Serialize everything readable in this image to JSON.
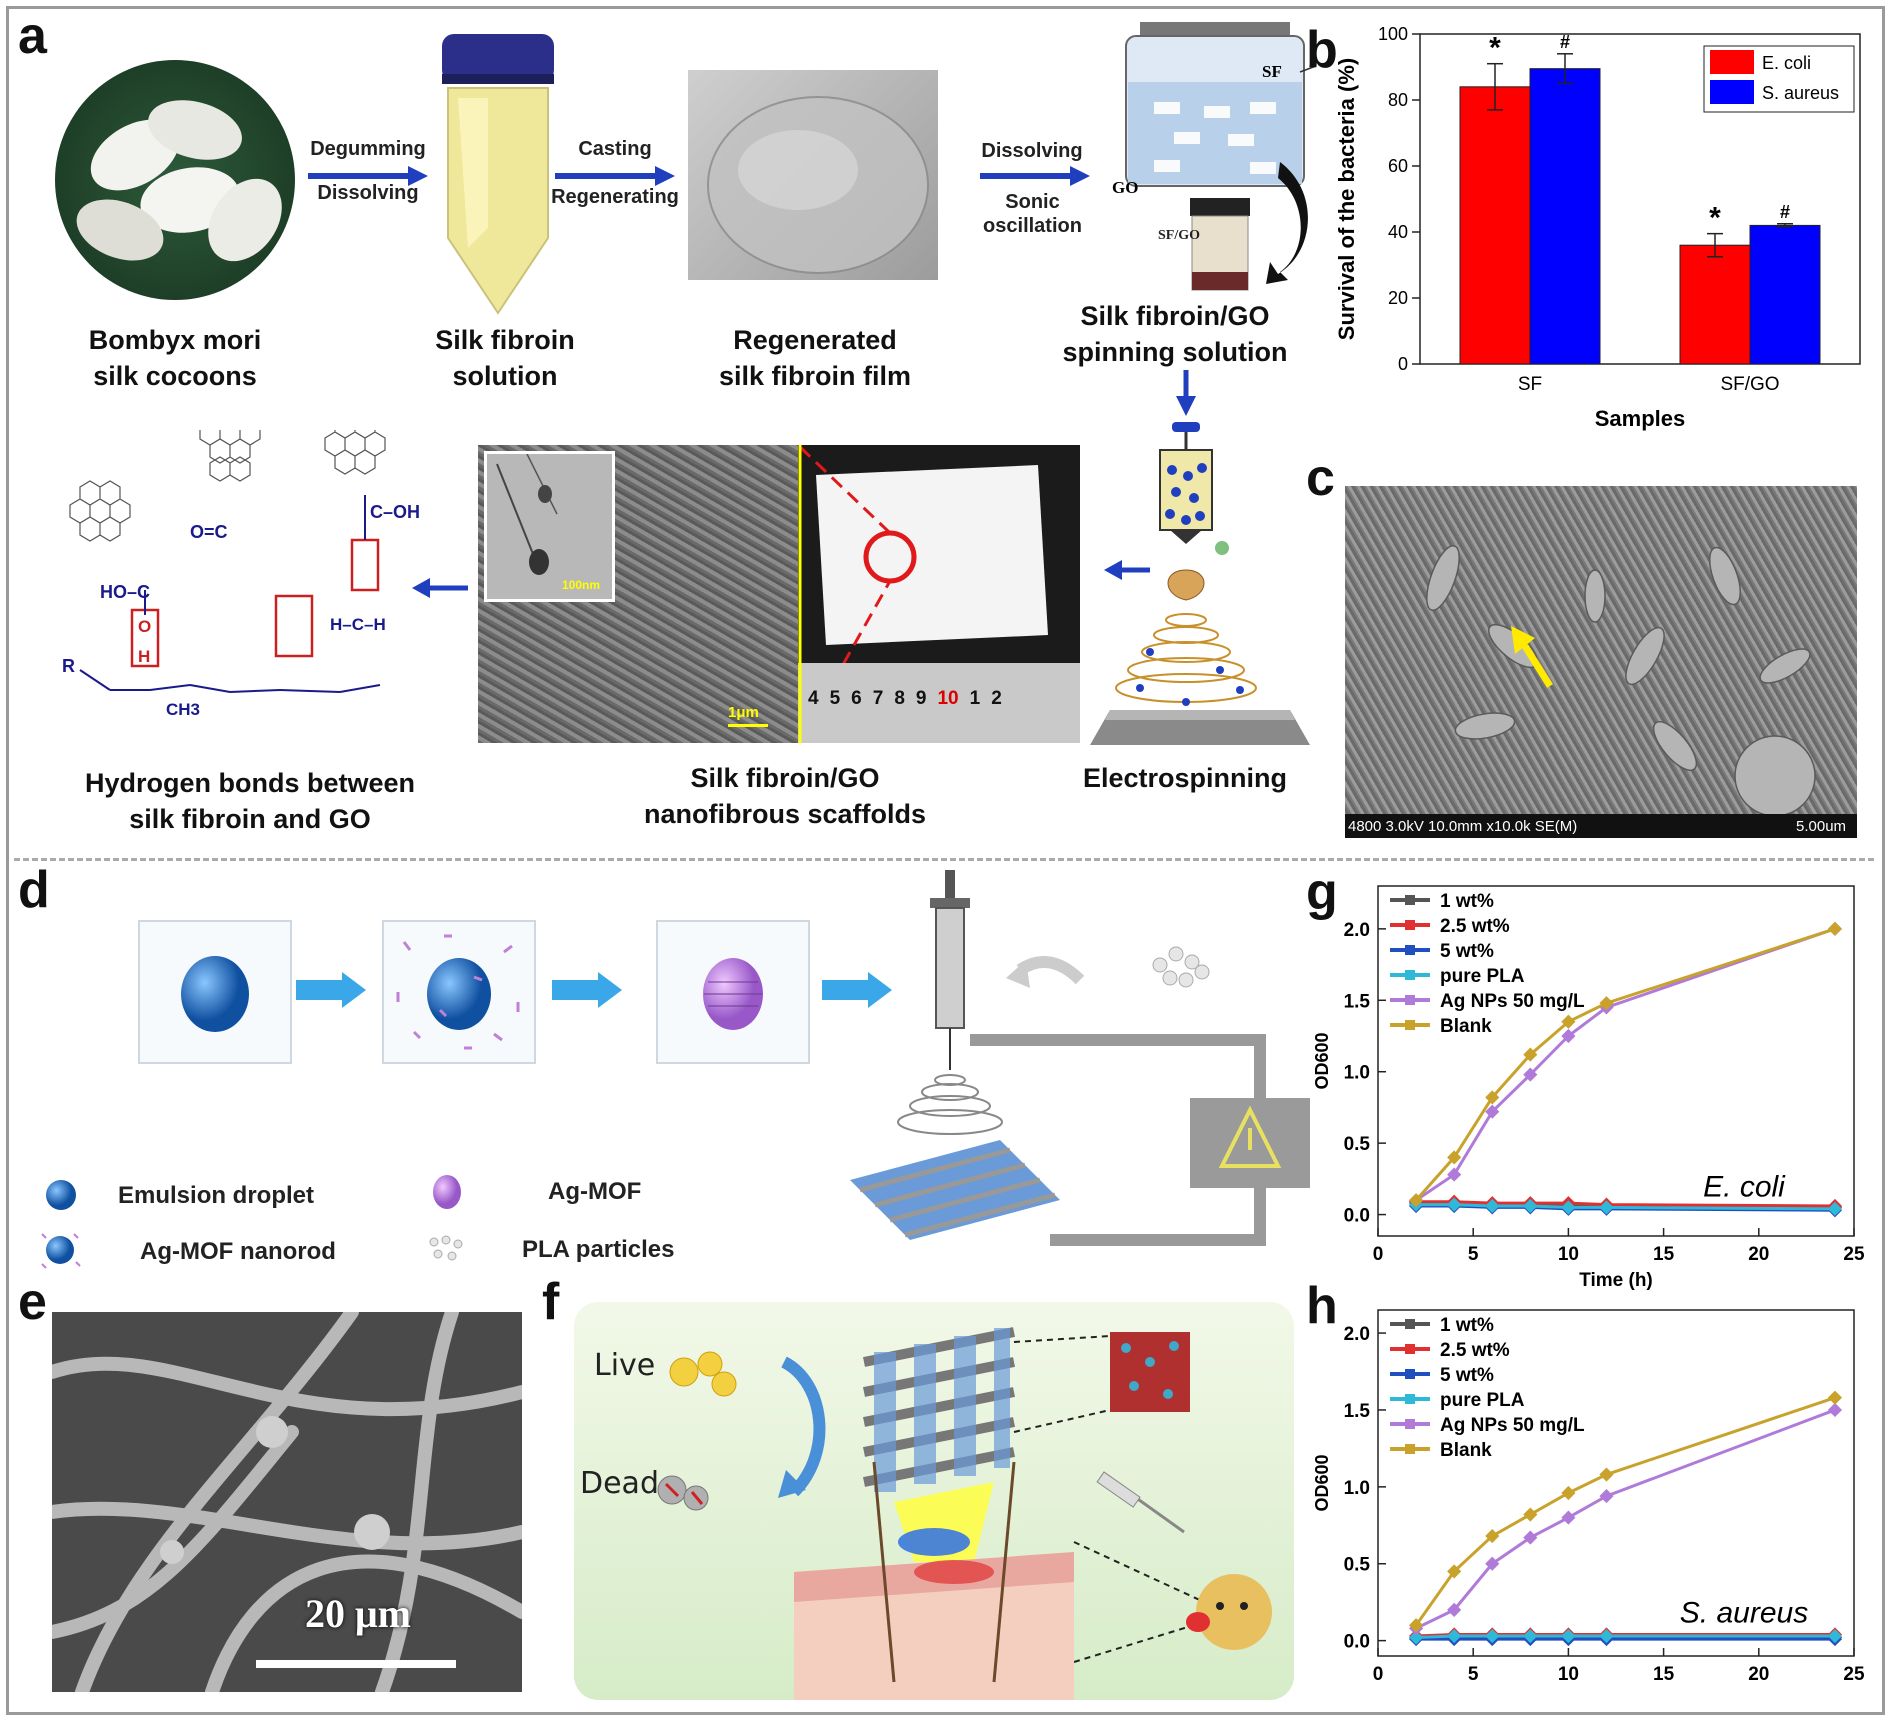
{
  "panels": {
    "a": "a",
    "b": "b",
    "c": "c",
    "d": "d",
    "e": "e",
    "f": "f",
    "g": "g",
    "h": "h"
  },
  "panel_a": {
    "captions": {
      "cocoons": "Bombyx mori\nsilk cocoons",
      "solution": "Silk fibroin\nsolution",
      "film": "Regenerated\nsilk fibroin film",
      "spinning": "Silk fibroin/GO\nspinning solution",
      "hbonds": "Hydrogen bonds between\nsilk fibroin and GO",
      "scaffolds": "Silk fibroin/GO\nnanofibrous scaffolds",
      "electro": "Electrospinning"
    },
    "steps": {
      "s1a": "Degumming",
      "s1b": "Dissolving",
      "s2a": "Casting",
      "s2b": "Regenerating",
      "s3a": "Dissolving",
      "s3b": "Sonic\noscillation"
    },
    "labels": {
      "sf": "SF",
      "go": "GO",
      "sfgo": "SF/GO",
      "tem_scale": "100nm",
      "sem_scale": "1μm"
    },
    "ruler": [
      "4",
      "5",
      "6",
      "7",
      "8",
      "9",
      "10",
      "1",
      "2"
    ],
    "chem": {
      "cooh": "C–OH",
      "hoc": "HO–C",
      "oc": "O=C",
      "o1": "O",
      "h1": "H",
      "r": "R",
      "ch3": "CH3",
      "hch": "H–C–H"
    }
  },
  "panel_c": {
    "sem_info": "4800 3.0kV 10.0mm x10.0k SE(M)",
    "scale": "5.00um"
  },
  "panel_d": {
    "legend": {
      "droplet": "Emulsion droplet",
      "nanorod": "Ag-MOF nanorod",
      "agmof": "Ag-MOF",
      "pla": "PLA particles"
    }
  },
  "panel_e": {
    "scale": "20 μm"
  },
  "panel_f": {
    "live": "Live",
    "dead": "Dead"
  },
  "colors": {
    "red": "#ff0000",
    "blue": "#0000ff",
    "arrow_blue": "#1f3fbf",
    "gold": "#c8a22a",
    "purple": "#b07ad8"
  },
  "chart_data": [
    {
      "id": "b",
      "type": "bar",
      "categories": [
        "SF",
        "SF/GO"
      ],
      "series": [
        {
          "name": "E. coli",
          "values": [
            84,
            36
          ],
          "errors": [
            7,
            3.5
          ],
          "color": "#ff0000",
          "marks": [
            "*",
            "*"
          ]
        },
        {
          "name": "S. aureus",
          "values": [
            89.5,
            42
          ],
          "errors": [
            4.5,
            0.5
          ],
          "color": "#0000ff",
          "marks": [
            "#",
            "#"
          ]
        }
      ],
      "xlabel": "Samples",
      "ylabel": "Survival of the bacteria (%)",
      "ylim": [
        0,
        100
      ],
      "yticks": [
        "0",
        "20",
        "40",
        "60",
        "80",
        "100"
      ],
      "legend_position": "top-right"
    },
    {
      "id": "g",
      "type": "line",
      "x": [
        2,
        4,
        6,
        8,
        10,
        12,
        24
      ],
      "series": [
        {
          "name": "1 wt%",
          "values": [
            0.08,
            0.08,
            0.07,
            0.07,
            0.06,
            0.06,
            0.05
          ],
          "color": "#555555"
        },
        {
          "name": "2.5 wt%",
          "values": [
            0.09,
            0.09,
            0.08,
            0.08,
            0.08,
            0.07,
            0.06
          ],
          "color": "#e03030"
        },
        {
          "name": "5 wt%",
          "values": [
            0.06,
            0.06,
            0.05,
            0.05,
            0.04,
            0.04,
            0.03
          ],
          "color": "#2050c0"
        },
        {
          "name": "pure PLA",
          "values": [
            0.07,
            0.07,
            0.06,
            0.06,
            0.05,
            0.05,
            0.04
          ],
          "color": "#30b8d8"
        },
        {
          "name": "Ag NPs 50 mg/L",
          "values": [
            0.1,
            0.28,
            0.72,
            0.98,
            1.25,
            1.45,
            2.0
          ],
          "color": "#b07ad8"
        },
        {
          "name": "Blank",
          "values": [
            0.1,
            0.4,
            0.82,
            1.12,
            1.35,
            1.48,
            2.0
          ],
          "color": "#c8a22a"
        }
      ],
      "annotation": "E. coli",
      "xlabel": "Time (h)",
      "ylabel": "OD600",
      "xlim": [
        0,
        25
      ],
      "ylim": [
        -0.15,
        2.3
      ],
      "xticks": [
        "0",
        "5",
        "10",
        "15",
        "20",
        "25"
      ],
      "yticks": [
        "0.0",
        "0.5",
        "1.0",
        "1.5",
        "2.0"
      ],
      "legend_position": "top-left"
    },
    {
      "id": "h",
      "type": "line",
      "x": [
        2,
        4,
        6,
        8,
        10,
        12,
        24
      ],
      "series": [
        {
          "name": "1 wt%",
          "values": [
            0.02,
            0.02,
            0.02,
            0.02,
            0.02,
            0.02,
            0.02
          ],
          "color": "#555555"
        },
        {
          "name": "2.5 wt%",
          "values": [
            0.03,
            0.04,
            0.04,
            0.04,
            0.04,
            0.04,
            0.04
          ],
          "color": "#e03030"
        },
        {
          "name": "5 wt%",
          "values": [
            0.01,
            0.01,
            0.01,
            0.01,
            0.01,
            0.01,
            0.01
          ],
          "color": "#2050c0"
        },
        {
          "name": "pure PLA",
          "values": [
            0.02,
            0.03,
            0.03,
            0.03,
            0.03,
            0.03,
            0.03
          ],
          "color": "#30b8d8"
        },
        {
          "name": "Ag NPs 50 mg/L",
          "values": [
            0.08,
            0.2,
            0.5,
            0.67,
            0.8,
            0.94,
            1.5
          ],
          "color": "#b07ad8"
        },
        {
          "name": "Blank",
          "values": [
            0.1,
            0.45,
            0.68,
            0.82,
            0.96,
            1.08,
            1.58
          ],
          "color": "#c8a22a"
        }
      ],
      "annotation": "S. aureus",
      "xlabel": "",
      "ylabel": "OD600",
      "xlim": [
        0,
        25
      ],
      "ylim": [
        -0.1,
        2.15
      ],
      "xticks": [
        "0",
        "5",
        "10",
        "15",
        "20",
        "25"
      ],
      "yticks": [
        "0.0",
        "0.5",
        "1.0",
        "1.5",
        "2.0"
      ],
      "legend_position": "top-left"
    }
  ]
}
